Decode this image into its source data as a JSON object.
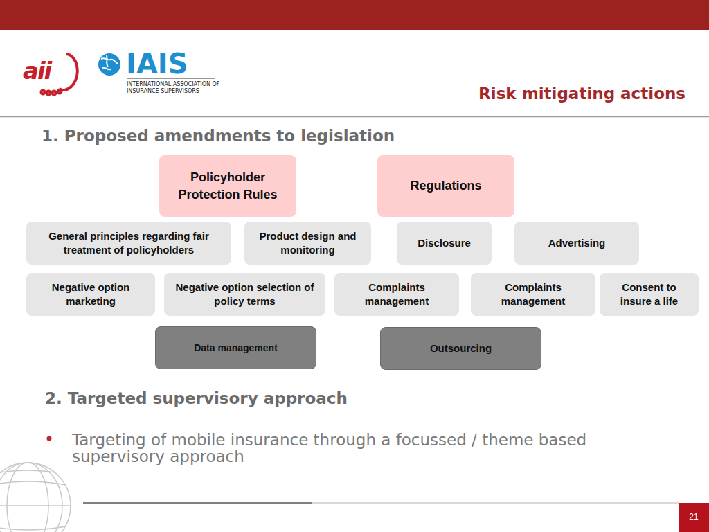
{
  "diagram": {
    "title": "Risk mitigating actions",
    "nodes": [
      {
        "text": [
          "Policyholder Protection Rules"
        ]
      },
      {
        "text": [
          "Regulations"
        ]
      },
      {
        "text": [
          "General principles regarding fair treatment of policyholders"
        ]
      },
      {
        "text": [
          "Product design and monitoring"
        ]
      },
      {
        "text": [
          "Disclosure"
        ]
      },
      {
        "text": [
          "Advertising"
        ]
      },
      {
        "text": [
          "Negative option marketing"
        ]
      },
      {
        "text": [
          "Negative option selection of policy terms"
        ]
      },
      {
        "text": [
          "Complaints management"
        ]
      },
      {
        "text": [
          "Complaints management"
        ]
      },
      {
        "text": [
          "Consent to insure a life"
        ]
      },
      {
        "text": [
          "Data management"
        ]
      },
      {
        "text": [
          "Outsourcing"
        ]
      }
    ],
    "labels": [
      "aii",
      "IAIS",
      "INTERNATIONAL ASSOCIATION OF INSURANCE SUPERVISORS",
      "1. Proposed amendments to legislation",
      "2. Targeted supervisory approach",
      "Targeting of mobile insurance through a focussed / theme based supervisory approach",
      "21"
    ]
  }
}
